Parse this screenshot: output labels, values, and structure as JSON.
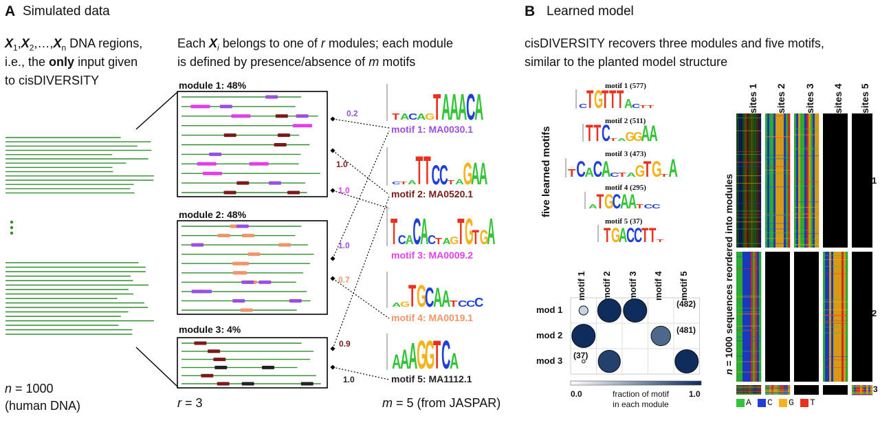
{
  "panel_a": {
    "letter": "A",
    "title": "Simulated data",
    "intro_line1_head": "X",
    "intro_line1_sub1": "1",
    "intro_line1_mid1": ",",
    "intro_line1_x2": "X",
    "intro_line1_sub2": "2",
    "intro_line1_mid2": ",…,",
    "intro_line1_xn": "X",
    "intro_line1_subn": "n",
    "intro_line1_tail": " DNA regions,",
    "intro_line2_pre": "i.e., the ",
    "intro_line2_bold": "only",
    "intro_line2_post": " input given",
    "intro_line3": "to cisDIVERSITY",
    "modules_line1_pre": "Each ",
    "modules_line1_x": "X",
    "modules_line1_sub": "i",
    "modules_line1_mid": " belongs to one of ",
    "modules_line1_r": "r",
    "modules_line1_post": " modules; each module",
    "modules_line2_pre": "is defined by presence/absence of ",
    "modules_line2_m": "m",
    "modules_line2_post": " motifs",
    "n_label_italic": "n",
    "n_label_rest": " = 1000",
    "n_label_sub": "(human DNA)",
    "r_italic": "r",
    "r_rest": " = 3",
    "m_italic": "m",
    "m_rest": " = 5 (from JASPAR)",
    "ellipsis": "⋮",
    "modules": [
      {
        "label": "module 1: 48%"
      },
      {
        "label": "module 2: 48%"
      },
      {
        "label": "module 3: 4%"
      }
    ],
    "motifs": [
      {
        "label": "motif 1: MA0030.1",
        "color": "#9b4fe0",
        "logo": "TAAACA",
        "logo_small": "ACG"
      },
      {
        "label": "motif 2: MA0520.1",
        "color": "#7a1a1a",
        "logo": "TTCC GAA",
        "logo_small": "CTA"
      },
      {
        "label": "motif 3: MA0009.2",
        "color": "#e040e8",
        "logo": "TCACTAGTGA",
        "logo_small": "A"
      },
      {
        "label": "motif 4: MA0019.1",
        "color": "#f0956a",
        "logo": "TGCAAT",
        "logo_small": "CC"
      },
      {
        "label": "motif 5: MA1112.1",
        "color": "#222222",
        "logo": "AAAGGTCA",
        "logo_small": ""
      }
    ],
    "edge_weights": [
      {
        "value": "0.2",
        "color": "#9b4fe0"
      },
      {
        "value": "1.0",
        "color": "#7a1a1a"
      },
      {
        "value": "1.0",
        "color": "#e040e8"
      },
      {
        "value": "1.0",
        "color": "#9b4fe0"
      },
      {
        "value": "0.7",
        "color": "#f0956a"
      },
      {
        "value": "0.9",
        "color": "#7a1a1a"
      },
      {
        "value": "1.0",
        "color": "#222222"
      }
    ]
  },
  "panel_b": {
    "letter": "B",
    "title": "Learned model",
    "desc_line1": "cisDIVERSITY recovers three modules and five motifs,",
    "desc_line2": "similar to the planted model structure",
    "five_motifs_label": "five learned motifs",
    "learned_motifs": [
      {
        "label": "motif 1 (577)",
        "logo": "TGTTTAC"
      },
      {
        "label": "motif 2 (511)",
        "logo": "TTC GGAA"
      },
      {
        "label": "motif 3 (473)",
        "logo": "TCACAC TA GTG A"
      },
      {
        "label": "motif 4 (295)",
        "logo": "TGCAAT C"
      },
      {
        "label": "motif 5 (37)",
        "logo": "TGACCTT"
      }
    ],
    "matrix": {
      "cols": [
        "motif 1",
        "motif 2",
        "motif 3",
        "motif 4",
        "motif 5"
      ],
      "rows": [
        {
          "label": "mod 1",
          "count": "(482)",
          "values": [
            0.15,
            1.0,
            1.0,
            0.0,
            0.0
          ]
        },
        {
          "label": "mod 2",
          "count": "(481)",
          "values": [
            1.0,
            0.0,
            0.0,
            0.7,
            0.0
          ]
        },
        {
          "label": "mod 3",
          "count": "(37)",
          "values": [
            0.02,
            0.9,
            0.0,
            0.0,
            1.0
          ]
        }
      ],
      "colorbar_min": "0.0",
      "colorbar_max": "1.0",
      "colorbar_label_line1": "fraction of motif",
      "colorbar_label_line2": "in each module"
    },
    "sites_cols": [
      "sites 1",
      "sites 2",
      "sites 3",
      "sites 4",
      "sites 5"
    ],
    "sequences_label_n": "n",
    "sequences_label_rest": " = 1000 sequences reordered into modules",
    "module_numbers": [
      "1",
      "2",
      "3"
    ],
    "nucleotide_legend": [
      {
        "base": "A",
        "color": "#33c43a"
      },
      {
        "base": "C",
        "color": "#1f3fd8"
      },
      {
        "base": "G",
        "color": "#f6b21a"
      },
      {
        "base": "T",
        "color": "#e8321f"
      }
    ]
  }
}
